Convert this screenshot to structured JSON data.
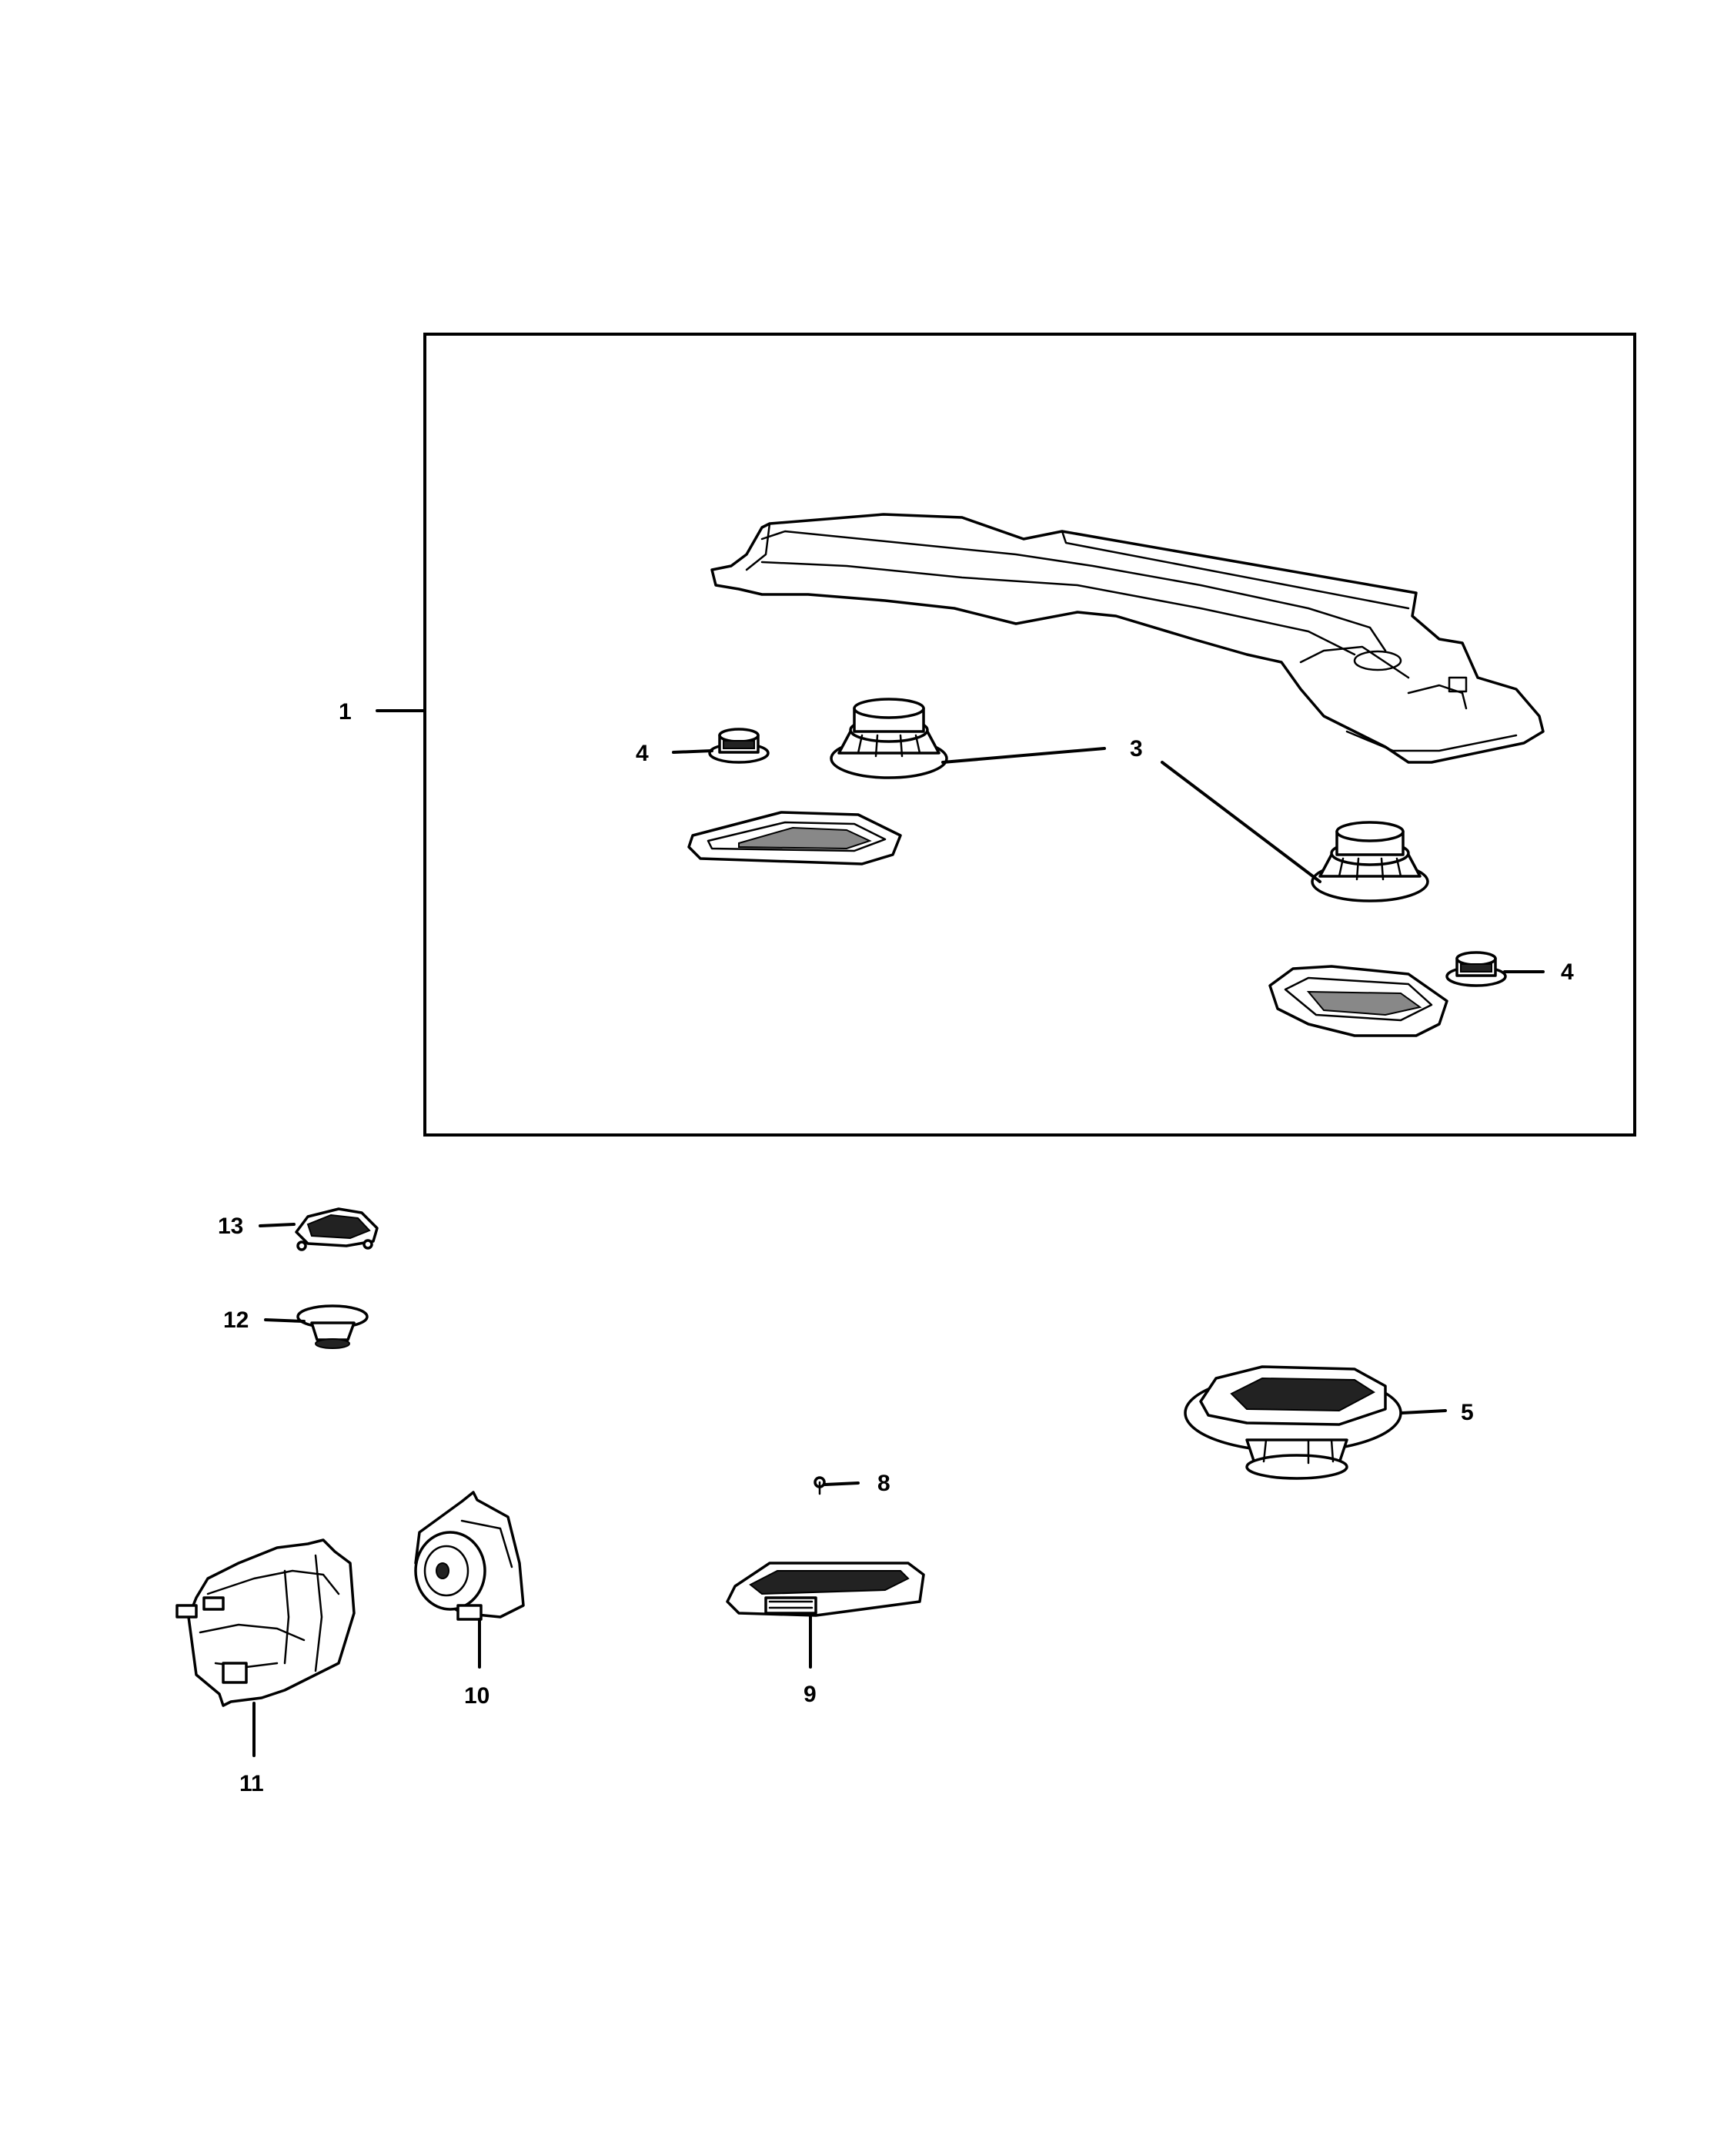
{
  "callouts": {
    "c1": "1",
    "c3": "3",
    "c4a": "4",
    "c4b": "4",
    "c5": "5",
    "c8": "8",
    "c9": "9",
    "c10": "10",
    "c11": "11",
    "c12": "12",
    "c13": "13"
  },
  "colors": {
    "line": "#000000",
    "background": "#ffffff"
  }
}
